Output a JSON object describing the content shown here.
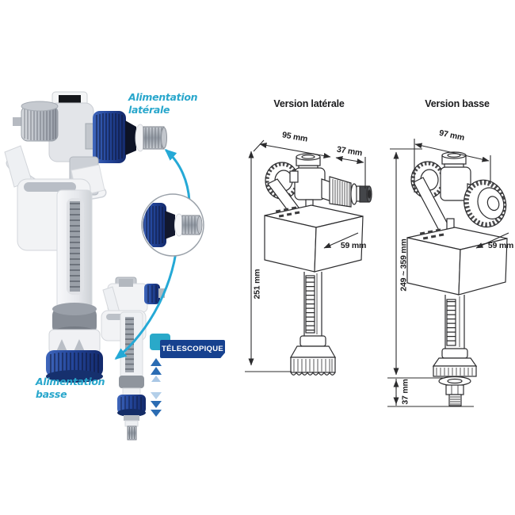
{
  "photo": {
    "label_side_feed": "Alimentation\nlatérale",
    "label_bottom_feed": "Alimentation\nbasse",
    "badge_label": "TÉLESCOPIQUE"
  },
  "drawing_lateral": {
    "title": "Version latérale",
    "dim_overall_width": "95 mm",
    "dim_connector_width": "37 mm",
    "dim_cup_depth": "59 mm",
    "dim_height": "251 mm"
  },
  "drawing_bottom": {
    "title": "Version basse",
    "dim_overall_width": "97 mm",
    "dim_cup_depth": "59 mm",
    "dim_height_range": "249 ~ 359 mm",
    "dim_connector_height": "37 mm"
  },
  "colors": {
    "accent_cyan": "#29a7cc",
    "arrow_cyan": "#25a9d6",
    "badge_navy": "#16418f",
    "badge_teal": "#2aa9c9",
    "product_blue": "#2a4fa3",
    "product_blue_dark": "#16306e",
    "drawing_line": "#2c2c2e"
  }
}
